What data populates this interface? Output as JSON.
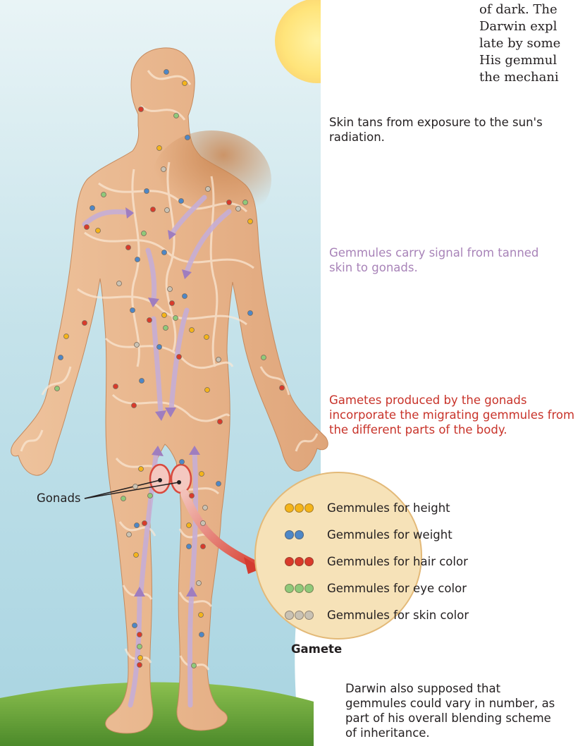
{
  "partial_text": {
    "line1": "of dark. The",
    "line2": "Darwin expl",
    "line3": "late by some",
    "line4": "His gemmul",
    "line5": "the mechani"
  },
  "annotations": {
    "skin_tans": "Skin tans from exposure to the sun's radiation.",
    "gemmules_signal": "Gemmules carry signal from tanned skin to gonads.",
    "gametes_produced": "Gametes produced by the gonads incorporate the migrating gemmules from the different parts of the body.",
    "darwin_supposed": "Darwin also supposed that gemmules could vary in number, as part of his overall blending scheme of inheritance."
  },
  "labels": {
    "gonads": "Gonads",
    "gamete": "Gamete"
  },
  "legend": [
    {
      "label": "Gemmules for height",
      "color": "#f4b41a",
      "count": 3
    },
    {
      "label": "Gemmules for weight",
      "color": "#4d87c7",
      "count": 2
    },
    {
      "label": "Gemmules for hair color",
      "color": "#d93a2b",
      "count": 3
    },
    {
      "label": "Gemmules for eye color",
      "color": "#8fc97a",
      "count": 3
    },
    {
      "label": "Gemmules for skin color",
      "color": "#c9c2b4",
      "count": 3
    }
  ],
  "colors": {
    "annotation_black": "#231f20",
    "annotation_purple": "#a883b8",
    "annotation_red": "#c8332a",
    "sky": "#b8dde8",
    "sun": "#ffe98a",
    "skin": "#e8b890",
    "tan": "#d4905f",
    "grass": "#6aa43a",
    "gamete_fill": "#f6e2b8"
  }
}
